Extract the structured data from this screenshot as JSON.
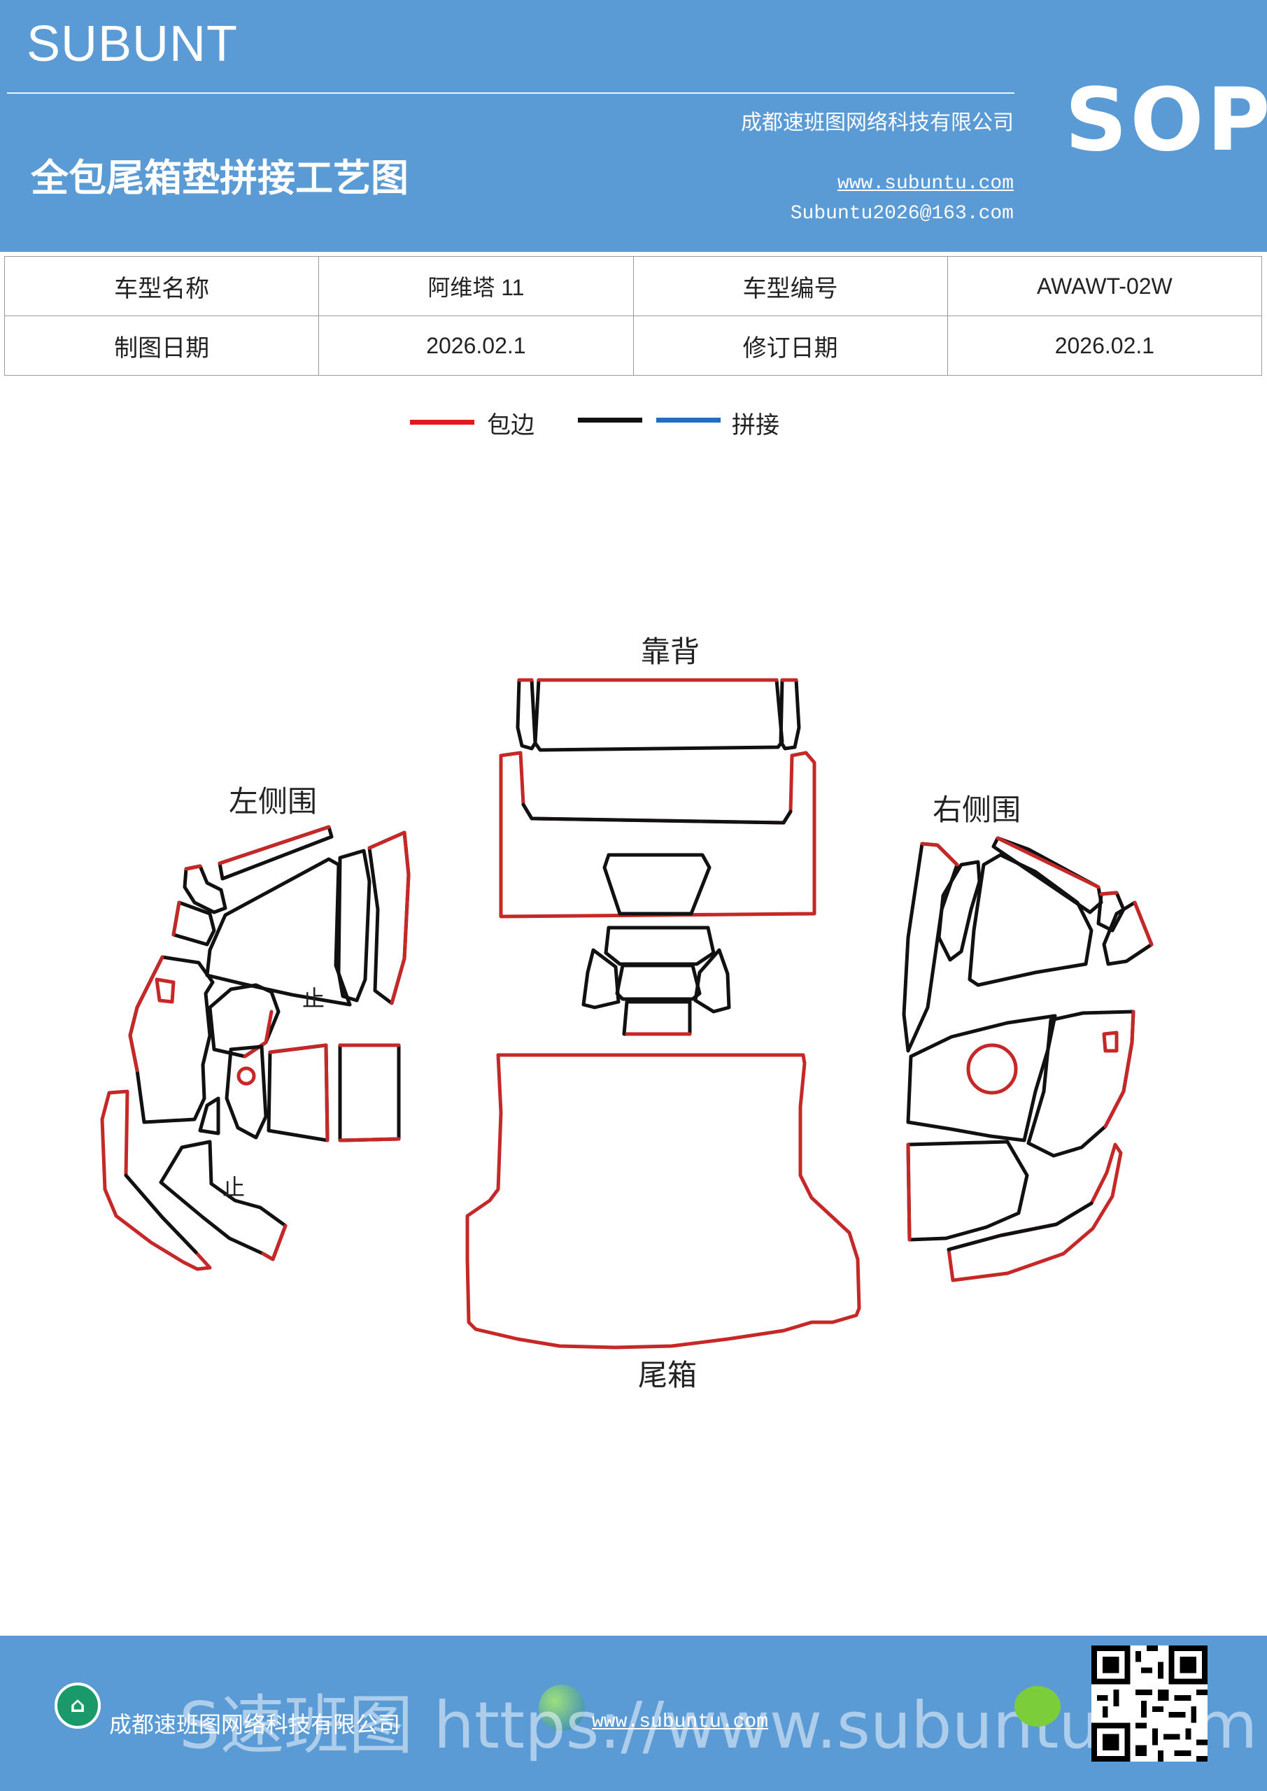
{
  "header": {
    "brand": "SUBUNT",
    "title": "全包尾箱垫拼接工艺图",
    "company": "成都速班图网络科技有限公司",
    "website": "www.subuntu.com",
    "email": "Subuntu2026@163.com",
    "badge": "SOP"
  },
  "meta": {
    "model_name_label": "车型名称",
    "model_name_value": "阿维塔 11",
    "model_code_label": "车型编号",
    "model_code_value": "AWAWT-02W",
    "draw_date_label": "制图日期",
    "draw_date_value": "2026.02.1",
    "revise_date_label": "修订日期",
    "revise_date_value": "2026.02.1"
  },
  "legend": {
    "edge_label": "包边",
    "splice_label": "拼接",
    "colors": {
      "edge": "#e31a1c",
      "black": "#111111",
      "splice": "#1f6fc5"
    }
  },
  "diagram": {
    "backrest_label": "靠背",
    "left_side_label": "左侧围",
    "right_side_label": "右侧围",
    "trunk_label": "尾箱",
    "stop_mark": "止"
  },
  "footer": {
    "company": "成都速班图网络科技有限公司",
    "website": "www.subuntu.com",
    "watermark": "S速班图 https://www.subuntu.com"
  }
}
